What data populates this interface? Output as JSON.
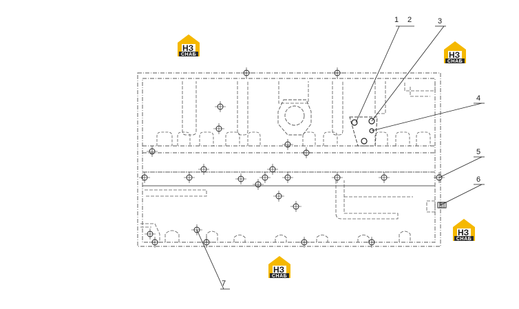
{
  "callouts": [
    "1",
    "2",
    "3",
    "4",
    "5",
    "6",
    "7"
  ],
  "watermark": {
    "text": "СНАБ",
    "mark": "НЗ",
    "colors": {
      "yellow": "#f5b800",
      "dark": "#2b2b2b"
    }
  },
  "line_color": "#555555"
}
